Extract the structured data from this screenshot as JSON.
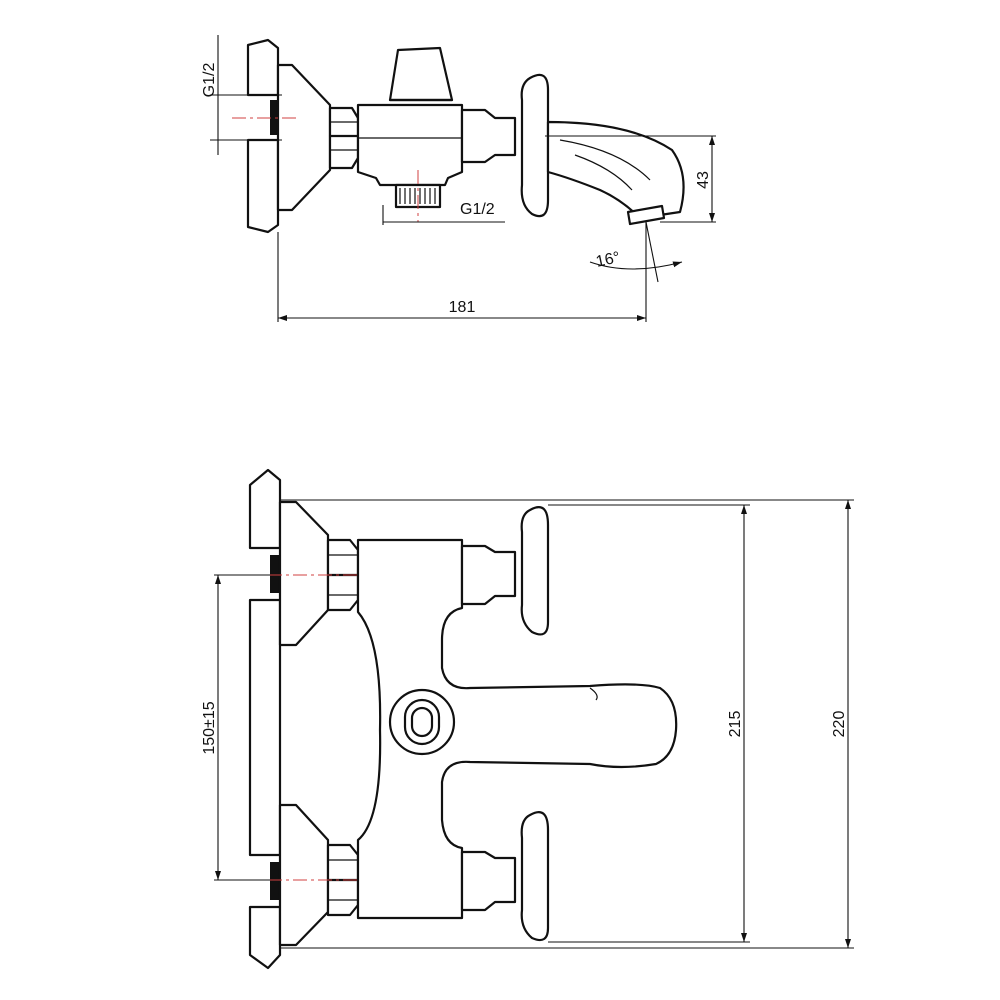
{
  "side_view": {
    "inlet_thread": "G1/2",
    "outlet_thread": "G1/2",
    "length": "181",
    "spout_drop": "43",
    "angle": "16°"
  },
  "front_view": {
    "inlet_spacing": "150±15",
    "height_inner": "215",
    "height_outer": "220"
  }
}
